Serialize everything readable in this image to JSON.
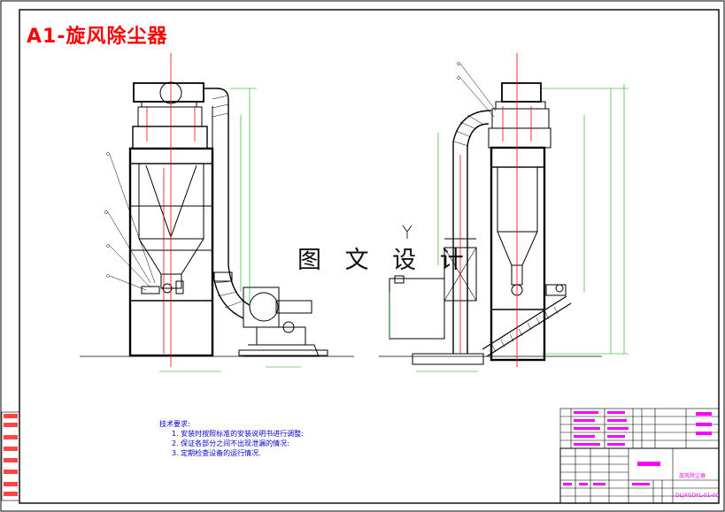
{
  "sheet": {
    "title": "A1-旋风除尘器",
    "watermark": "图 文 设 计"
  },
  "notes": {
    "heading": "技术要求:",
    "items": [
      "1. 安装时按照标准的安装说明书进行调整:",
      "2. 保证各部分之间不出现泄漏的情况:",
      "3. 定期检查设备的运行情况."
    ]
  },
  "title_block": {
    "drawing_name": "旋风除尘器",
    "drawing_code": "DLJXGDYL-01-00"
  },
  "colors": {
    "frame": "#000000",
    "outline": "#000000",
    "dimension": "#00aa00",
    "centerline": "#ff0000",
    "notes": "#0000cc",
    "title": "#ff0000",
    "stamp": "#ff0000",
    "table_text": "#ff00ff"
  }
}
